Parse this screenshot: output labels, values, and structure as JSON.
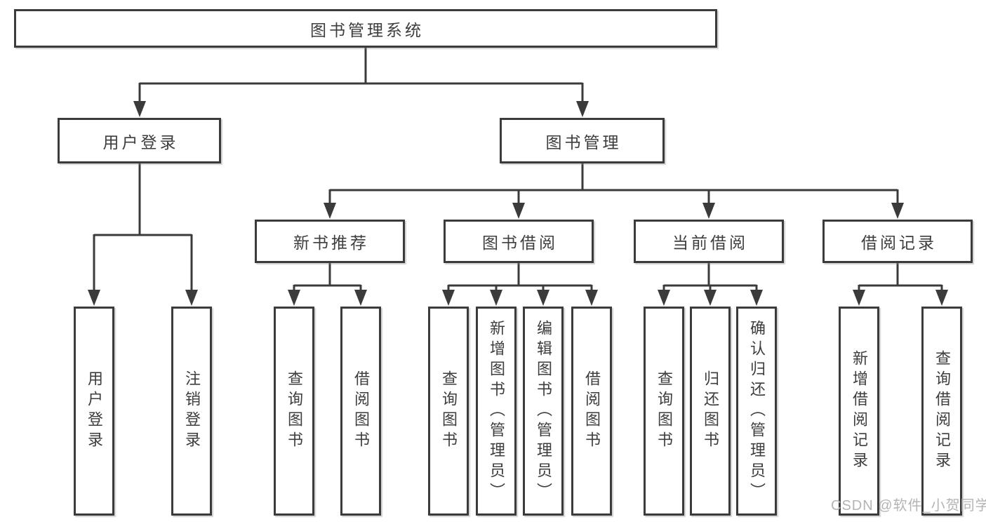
{
  "diagram": {
    "root": "图书管理系统",
    "level2": {
      "user_login": "用户登录",
      "book_management": "图书管理"
    },
    "user_login_leaves": [
      "用户登录",
      "注销登录"
    ],
    "sections": [
      {
        "label": "新书推荐",
        "leaves": [
          "查询图书",
          "借阅图书"
        ]
      },
      {
        "label": "图书借阅",
        "leaves": [
          "查询图书",
          "新增图书（管理员）",
          "编辑图书（管理员）",
          "借阅图书"
        ]
      },
      {
        "label": "当前借阅",
        "leaves": [
          "查询图书",
          "归还图书",
          "确认归还（管理员）"
        ]
      },
      {
        "label": "借阅记录",
        "leaves": [
          "新增借阅记录",
          "查询借阅记录"
        ]
      }
    ]
  },
  "watermark": "CSDN @软件_小贺同学",
  "colors": {
    "line": "#3b3b3b",
    "text": "#3d3d3d",
    "watermark": "#b4b4b4",
    "background": "#ffffff"
  }
}
